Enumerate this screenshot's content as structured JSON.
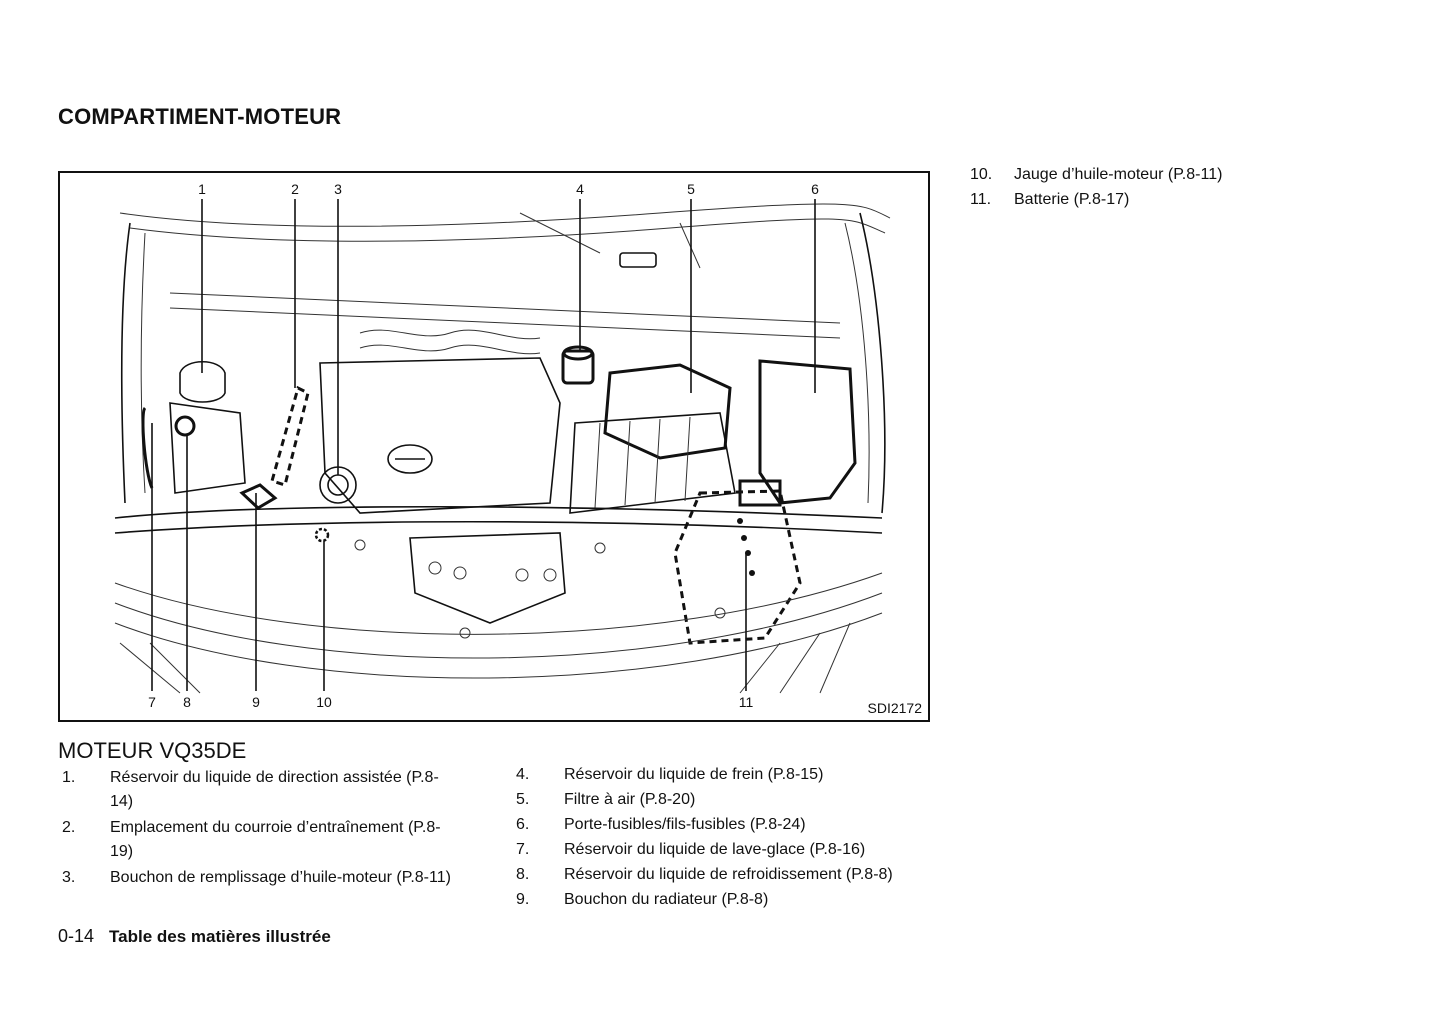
{
  "section_title": "COMPARTIMENT-MOTEUR",
  "figure": {
    "code": "SDI2172",
    "callouts_top": [
      "1",
      "2",
      "3",
      "4",
      "5",
      "6"
    ],
    "callouts_bottom": [
      "7",
      "8",
      "9",
      "10",
      "11"
    ]
  },
  "engine_title": "MOTEUR VQ35DE",
  "items_left": [
    {
      "num": "1.",
      "text": "Réservoir du liquide de direction assistée (P.8-14)"
    },
    {
      "num": "2.",
      "text": "Emplacement du courroie d’entraînement (P.8-19)"
    },
    {
      "num": "3.",
      "text": "Bouchon de remplissage d’huile-moteur (P.8-11)"
    }
  ],
  "items_middle": [
    {
      "num": "4.",
      "text": "Réservoir du liquide de frein (P.8-15)"
    },
    {
      "num": "5.",
      "text": "Filtre à air (P.8-20)"
    },
    {
      "num": "6.",
      "text": "Porte-fusibles/fils-fusibles (P.8-24)"
    },
    {
      "num": "7.",
      "text": "Réservoir du liquide de lave-glace (P.8-16)"
    },
    {
      "num": "8.",
      "text": "Réservoir du liquide de refroidissement (P.8-8)"
    },
    {
      "num": "9.",
      "text": "Bouchon du radiateur (P.8-8)"
    }
  ],
  "items_right": [
    {
      "num": "10.",
      "text": "Jauge d’huile-moteur (P.8-11)"
    },
    {
      "num": "11.",
      "text": "Batterie (P.8-17)"
    }
  ],
  "footer": {
    "page": "0-14",
    "title": "Table des matières illustrée"
  }
}
